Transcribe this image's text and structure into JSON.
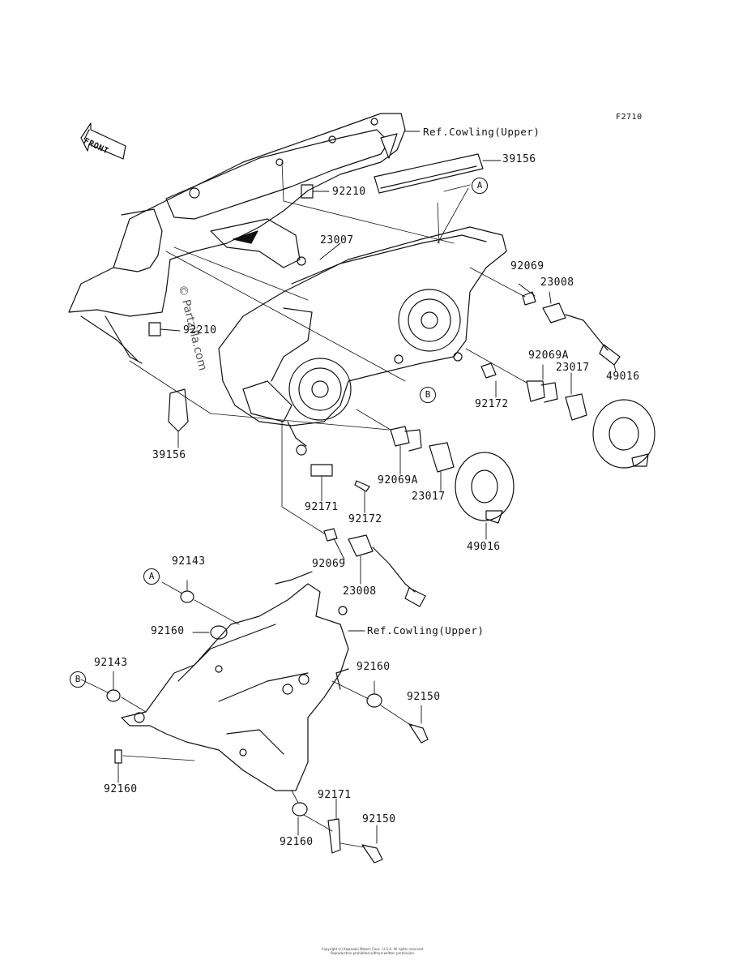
{
  "figure_code": "F2710",
  "watermark": "© Partzilla.com",
  "front_label": "FRONT",
  "ref_upper_1": "Ref.Cowling(Upper)",
  "ref_upper_2": "Ref.Cowling(Upper)",
  "callouts": {
    "A1": "A",
    "B1": "B",
    "A2": "A",
    "B2": "B"
  },
  "parts": {
    "p39156a": "39156",
    "p92210a": "92210",
    "p23007": "23007",
    "p92069a": "92069",
    "p23008a": "23008",
    "p92210b": "92210",
    "p92069Aa": "92069A",
    "p23017a": "23017",
    "p49016a": "49016",
    "p92172a": "92172",
    "p39156b": "39156",
    "p92171a": "92171",
    "p92172b": "92172",
    "p92069Ab": "92069A",
    "p23017b": "23017",
    "p49016b": "49016",
    "p92069b": "92069",
    "p23008b": "23008",
    "p92143a": "92143",
    "p92160a": "92160",
    "p92143b": "92143",
    "p92160b": "92160",
    "p92150a": "92150",
    "p92160c": "92160",
    "p92171b": "92171",
    "p92150b": "92150",
    "p92160d": "92160"
  },
  "footer_lines": [
    "Copyright (c) Kawasaki Motors Corp., U.S.A. All rights reserved.",
    "Reproduction prohibited without written permission."
  ],
  "colors": {
    "line": "#111111",
    "background": "#ffffff"
  }
}
